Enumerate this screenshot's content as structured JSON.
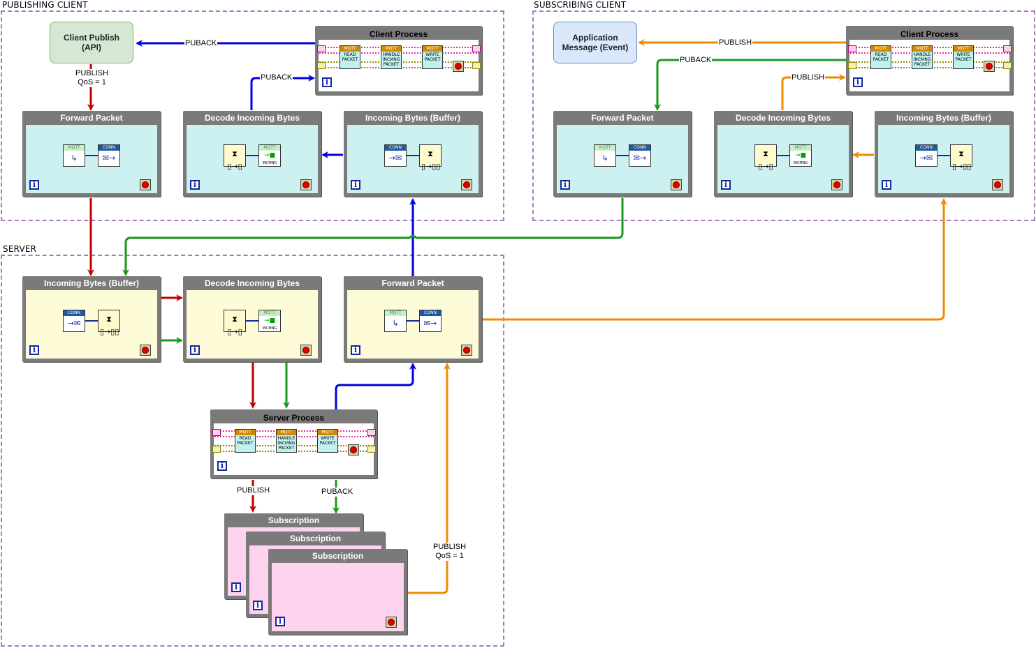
{
  "groups": {
    "publishing": "PUBLISHING CLIENT",
    "subscribing": "SUBSCRIBING CLIENT",
    "server": "SERVER"
  },
  "publishing_client": {
    "api_node": "Client Publish (API)",
    "process_title": "Client Process",
    "forward_title": "Forward Packet",
    "decode_title": "Decode Incoming Bytes",
    "incoming_title": "Incoming Bytes (Buffer)"
  },
  "subscribing_client": {
    "event_node": "Application Message (Event)",
    "process_title": "Client Process",
    "forward_title": "Forward Packet",
    "decode_title": "Decode Incoming Bytes",
    "incoming_title": "Incoming Bytes (Buffer)"
  },
  "server": {
    "incoming_title": "Incoming Bytes (Buffer)",
    "decode_title": "Decode Incoming Bytes",
    "forward_title": "Forward Packet",
    "process_title": "Server Process",
    "subscription_titles": [
      "Subscription",
      "Subscription",
      "Subscription"
    ]
  },
  "edge_labels": {
    "puback": "PUBACK",
    "publish": "PUBLISH",
    "publish_qos": "PUBLISH\nQoS = 1"
  },
  "icon_labels": {
    "mqtt": "MQTT",
    "conn": "CONN",
    "read_packet": "READ PACKET",
    "handle_packet": "HANDLE INCMNG PACKET",
    "write_packet": "WRITE PACKET",
    "incmng": "INCMNG"
  },
  "colors": {
    "red": "#c00000",
    "blue": "#0000e0",
    "green": "#1a9a1a",
    "orange": "#f08a00",
    "group_border": "#a67bc4"
  }
}
